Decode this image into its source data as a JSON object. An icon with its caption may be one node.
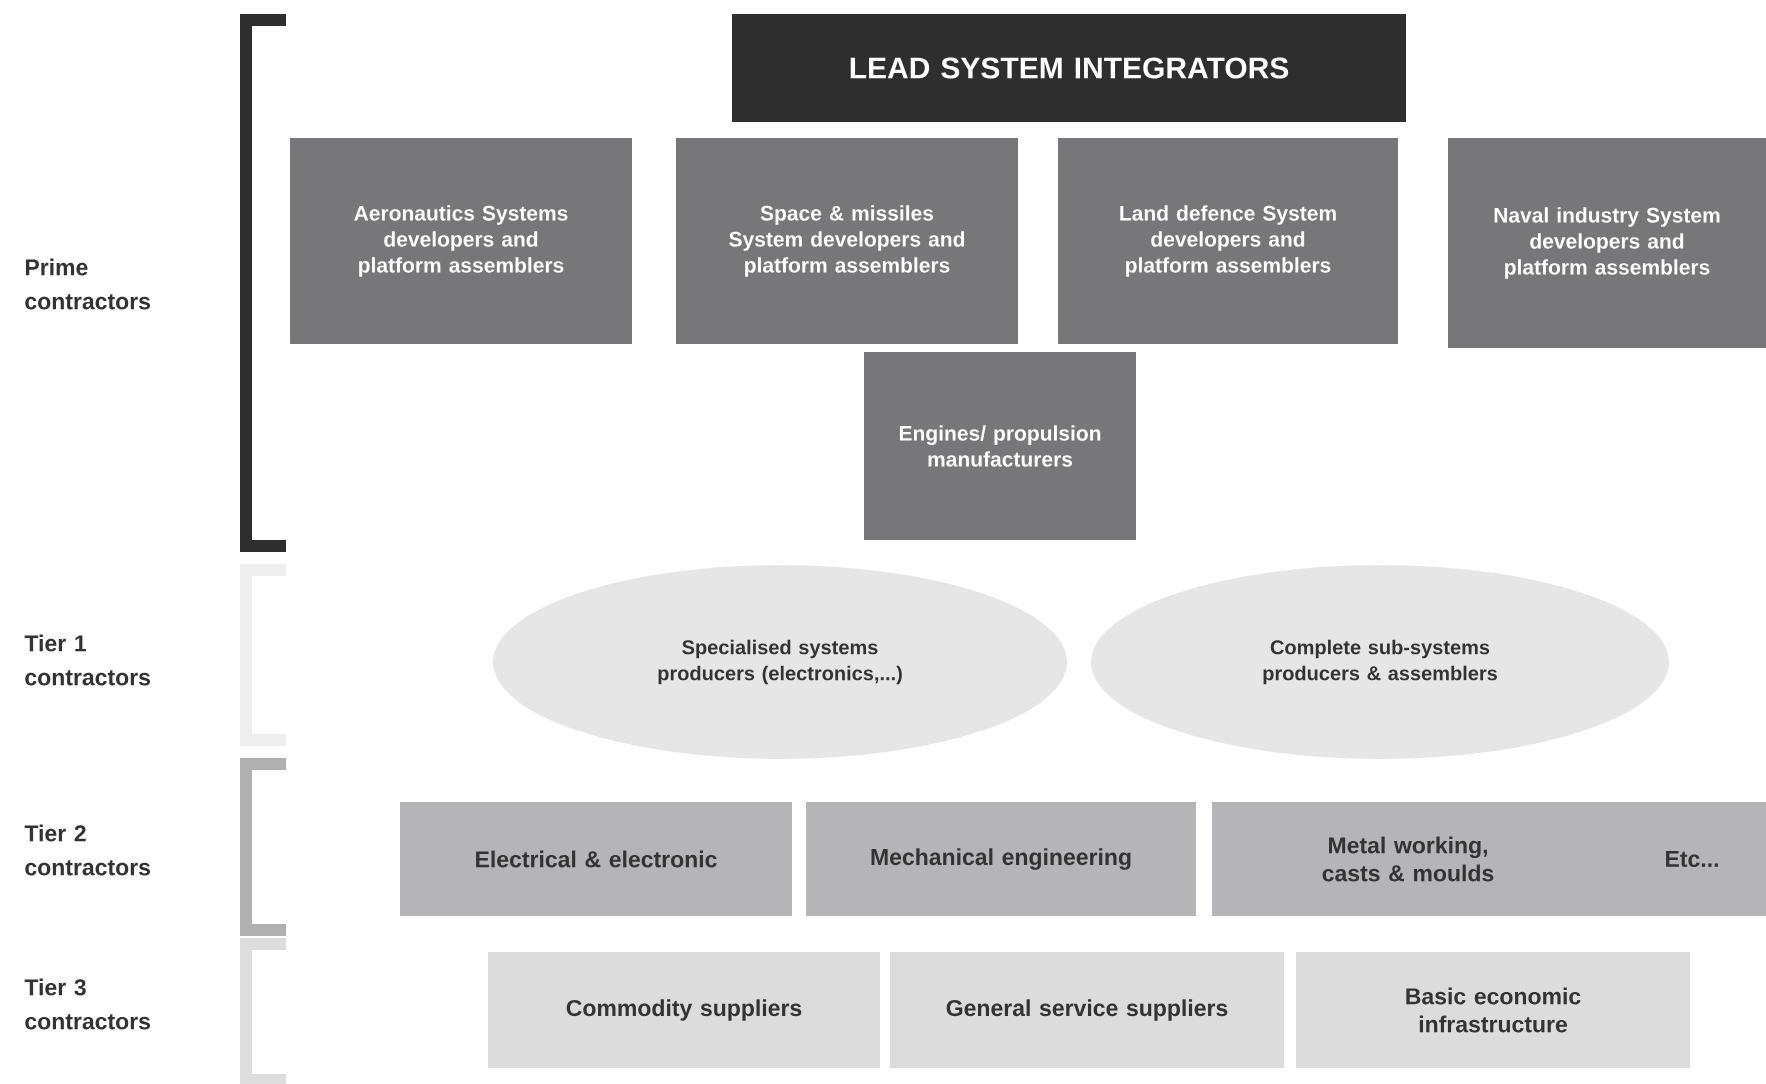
{
  "diagram": {
    "nodes": [
      {
        "text": [
          "LEAD SYSTEM INTEGRATORS"
        ]
      },
      {
        "text": [
          "Aeronautics Systems developers and platform assemblers"
        ]
      },
      {
        "text": [
          "Space & missiles System developers and platform assemblers"
        ]
      },
      {
        "text": [
          "Land defence System developers and platform assemblers"
        ]
      },
      {
        "text": [
          "Naval industry System developers and platform assemblers"
        ]
      },
      {
        "text": [
          "Engines/ propulsion manufacturers"
        ]
      },
      {
        "text": [
          "Specialised systems producers (electronics,...)"
        ]
      },
      {
        "text": [
          "Complete sub-systems producers & assemblers"
        ]
      },
      {
        "text": [
          "Electrical & electronic"
        ]
      },
      {
        "text": [
          "Mechanical engineering"
        ]
      },
      {
        "text": [
          "Metal working, casts & moulds"
        ]
      },
      {
        "text": [
          "Etc..."
        ]
      },
      {
        "text": [
          "Commodity suppliers"
        ]
      },
      {
        "text": [
          "General service suppliers"
        ]
      },
      {
        "text": [
          "Basic economic infrastructure"
        ]
      }
    ],
    "labels": [
      "Prime contractors",
      "Tier 1 contractors",
      "Tier 2 contractors",
      "Tier 3 contractors"
    ]
  }
}
